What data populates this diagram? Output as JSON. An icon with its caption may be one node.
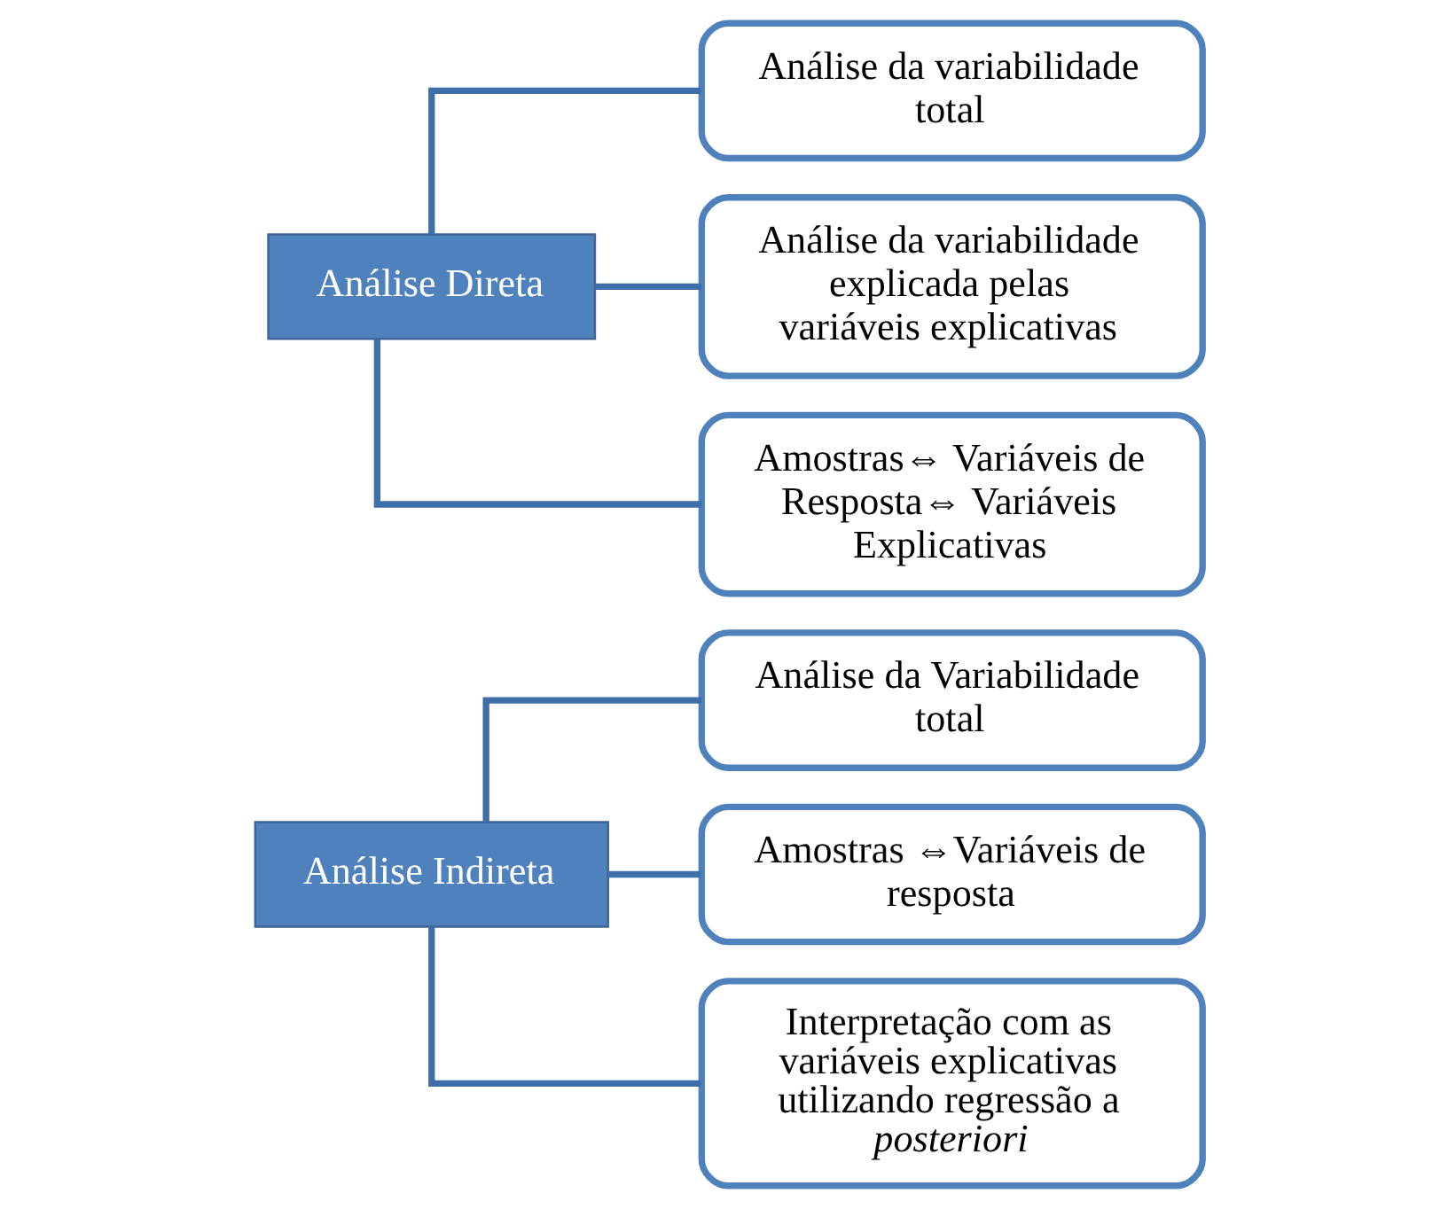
{
  "diagram": {
    "nodes": [
      {
        "text": [
          "Análise Indireta"
        ]
      },
      {
        "text": [
          "Análise da Variabilidade total"
        ]
      },
      {
        "text": [
          "Amostras ⇔Variáveis de resposta"
        ]
      },
      {
        "text": [
          "Interpretação com as variáveis explicativas utilizando regressão a *posteriori*"
        ]
      },
      {
        "text": [
          "Análise Direta"
        ]
      },
      {
        "text": [
          "Análise da variabilidade total"
        ]
      },
      {
        "text": [
          "Análise da variabilidade explicada pelas variáveis explicativas"
        ]
      },
      {
        "text": [
          "Amostras⇔ Variáveis de Resposta⇔ Variáveis Explicativas"
        ]
      }
    ],
    "edges": [
      {
        "from": 0,
        "to": 1,
        "arrow": "none"
      },
      {
        "from": 0,
        "to": 2,
        "arrow": "none"
      },
      {
        "from": 0,
        "to": 3,
        "arrow": "none"
      },
      {
        "from": 4,
        "to": 5,
        "arrow": "none"
      },
      {
        "from": 4,
        "to": 6,
        "arrow": "none"
      },
      {
        "from": 4,
        "to": 7,
        "arrow": "none"
      }
    ]
  }
}
